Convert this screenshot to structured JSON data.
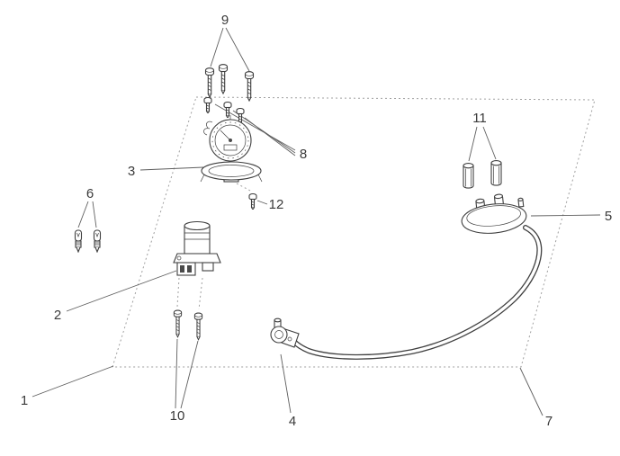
{
  "diagram": {
    "kind": "exploded-parts-diagram",
    "colors": {
      "background": "#ffffff",
      "line": "#3f3f3f",
      "leader": "#5f5f5f",
      "dotted_boundary": "#a0a0a0"
    },
    "labels": [
      {
        "id": 1,
        "text": "1"
      },
      {
        "id": 2,
        "text": "2"
      },
      {
        "id": 3,
        "text": "3"
      },
      {
        "id": 4,
        "text": "4"
      },
      {
        "id": 5,
        "text": "5"
      },
      {
        "id": 6,
        "text": "6"
      },
      {
        "id": 7,
        "text": "7"
      },
      {
        "id": 8,
        "text": "8"
      },
      {
        "id": 9,
        "text": "9"
      },
      {
        "id": 10,
        "text": "10"
      },
      {
        "id": 11,
        "text": "11"
      },
      {
        "id": 12,
        "text": "12"
      }
    ]
  }
}
